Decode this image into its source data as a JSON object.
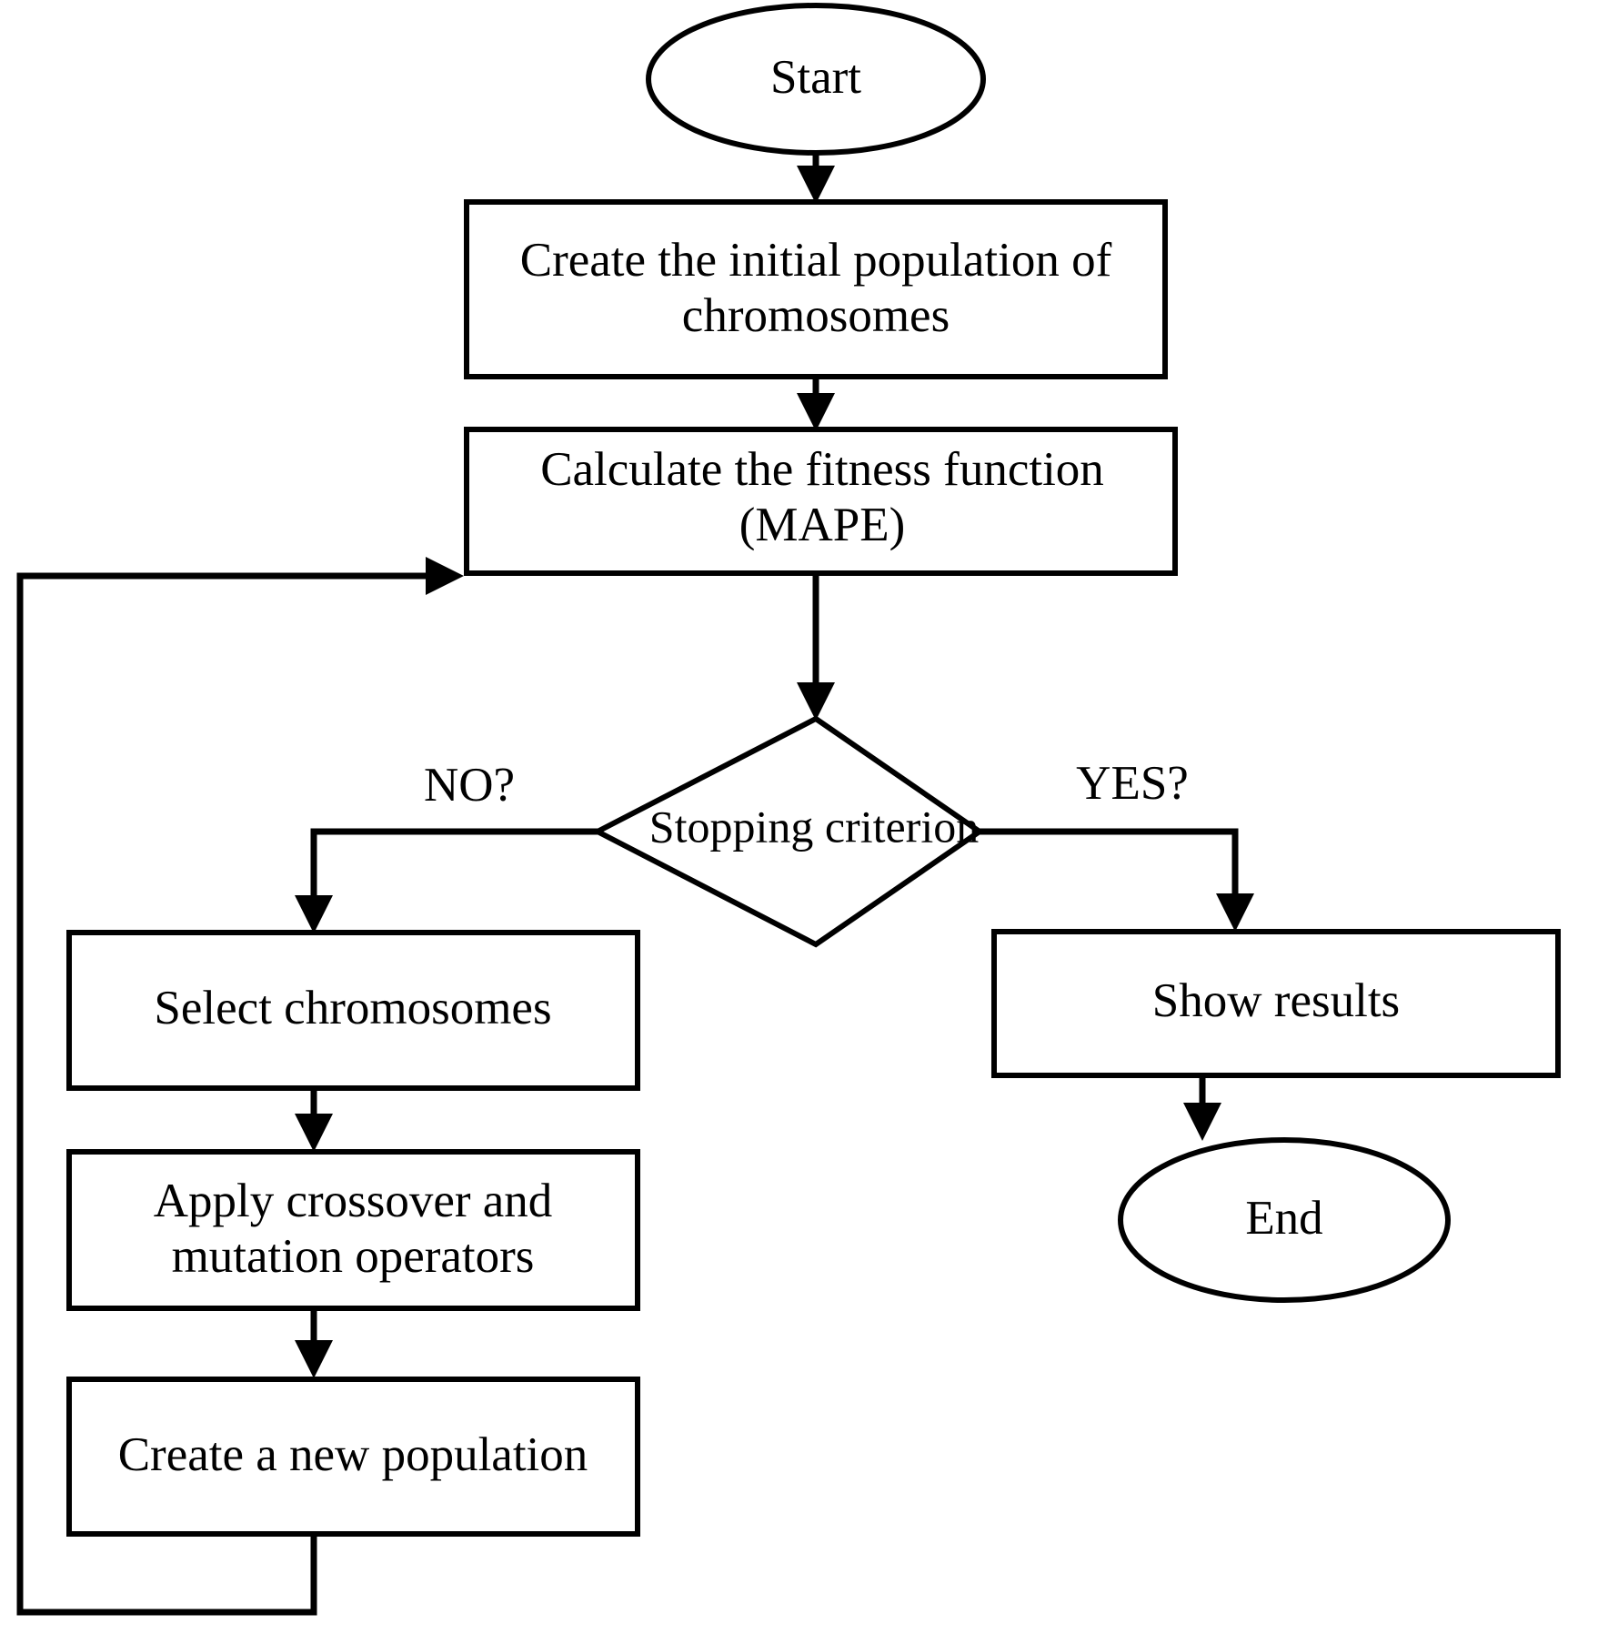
{
  "diagram": {
    "title": "Genetic algorithm flowchart",
    "background_color": "#ffffff",
    "line_color": "#000000",
    "text_color": "#000000",
    "nodes": {
      "start": {
        "label": "Start",
        "shape": "ellipse"
      },
      "create_population": {
        "label_line1": "Create the initial population of",
        "label_line2": "chromosomes",
        "shape": "rectangle"
      },
      "fitness": {
        "label_line1": "Calculate the fitness function",
        "label_line2": "(MAPE)",
        "shape": "rectangle"
      },
      "stopping": {
        "label": "Stopping criterion",
        "shape": "diamond"
      },
      "select": {
        "label": "Select chromosomes",
        "shape": "rectangle"
      },
      "crossover": {
        "label_line1": "Apply crossover and",
        "label_line2": "mutation operators",
        "shape": "rectangle"
      },
      "new_population": {
        "label": "Create a new population",
        "shape": "rectangle"
      },
      "show_results": {
        "label": "Show results",
        "shape": "rectangle"
      },
      "end": {
        "label": "End",
        "shape": "ellipse"
      }
    },
    "edge_labels": {
      "no": "NO?",
      "yes": "YES?"
    }
  }
}
